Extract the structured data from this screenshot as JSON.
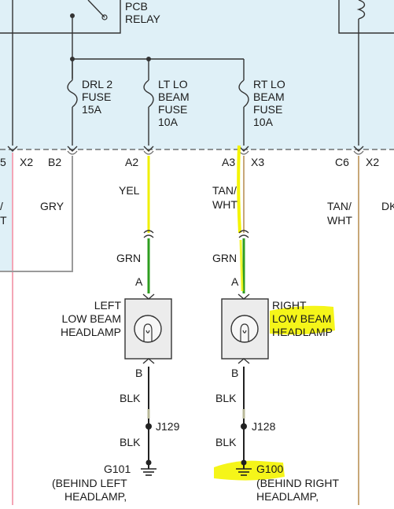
{
  "relay": {
    "line1": "PCB",
    "line2": "RELAY"
  },
  "fuses": [
    {
      "l1": "DRL 2",
      "l2": "FUSE",
      "l3": "15A"
    },
    {
      "l1": "LT LO",
      "l2": "BEAM",
      "l3": "FUSE",
      "l4": "10A"
    },
    {
      "l1": "RT LO",
      "l2": "BEAM",
      "l3": "FUSE",
      "l4": "10A"
    }
  ],
  "connectors": {
    "c5": "5",
    "x2": "X2",
    "b2": "B2",
    "a2": "A2",
    "a3": "A3",
    "x3": "X3",
    "c6": "C6",
    "x2b": "X2"
  },
  "wires": {
    "left_frag1": "/",
    "left_frag2": "T",
    "gry": "GRY",
    "yel": "YEL",
    "tan_wht": {
      "l1": "TAN/",
      "l2": "WHT"
    },
    "tan_wht_right": {
      "l1": "TAN/",
      "l2": "WHT"
    },
    "dk_frag": "DK",
    "grn_left": "GRN",
    "grn_right": "GRN",
    "blk_left1": "BLK",
    "blk_left2": "BLK",
    "blk_right1": "BLK",
    "blk_right2": "BLK"
  },
  "pins": {
    "a_left": "A",
    "b_left": "B",
    "a_right": "A",
    "b_right": "B"
  },
  "headlamps": {
    "left": {
      "l1": "LEFT",
      "l2": "LOW BEAM",
      "l3": "HEADLAMP"
    },
    "right": {
      "l1": "RIGHT",
      "l2": "LOW BEAM",
      "l3": "HEADLAMP"
    }
  },
  "splices": {
    "left": "J129",
    "right": "J128"
  },
  "grounds": {
    "left": {
      "id": "G101",
      "l1": "(BEHIND LEFT",
      "l2": "HEADLAMP,"
    },
    "right": {
      "id": "G100",
      "l1": "(BEHIND RIGHT",
      "l2": "HEADLAMP,"
    }
  },
  "colors": {
    "background": "#dff0f7",
    "highlight": "#f4f400",
    "wire_yellow": "#f0f000",
    "wire_green": "#2e9e1f",
    "wire_gray": "#9a9a9a",
    "wire_pink": "#f4a6b6",
    "wire_tan": "#c8a878",
    "wire_black": "#222222",
    "splice_tan": "#b8b898"
  }
}
